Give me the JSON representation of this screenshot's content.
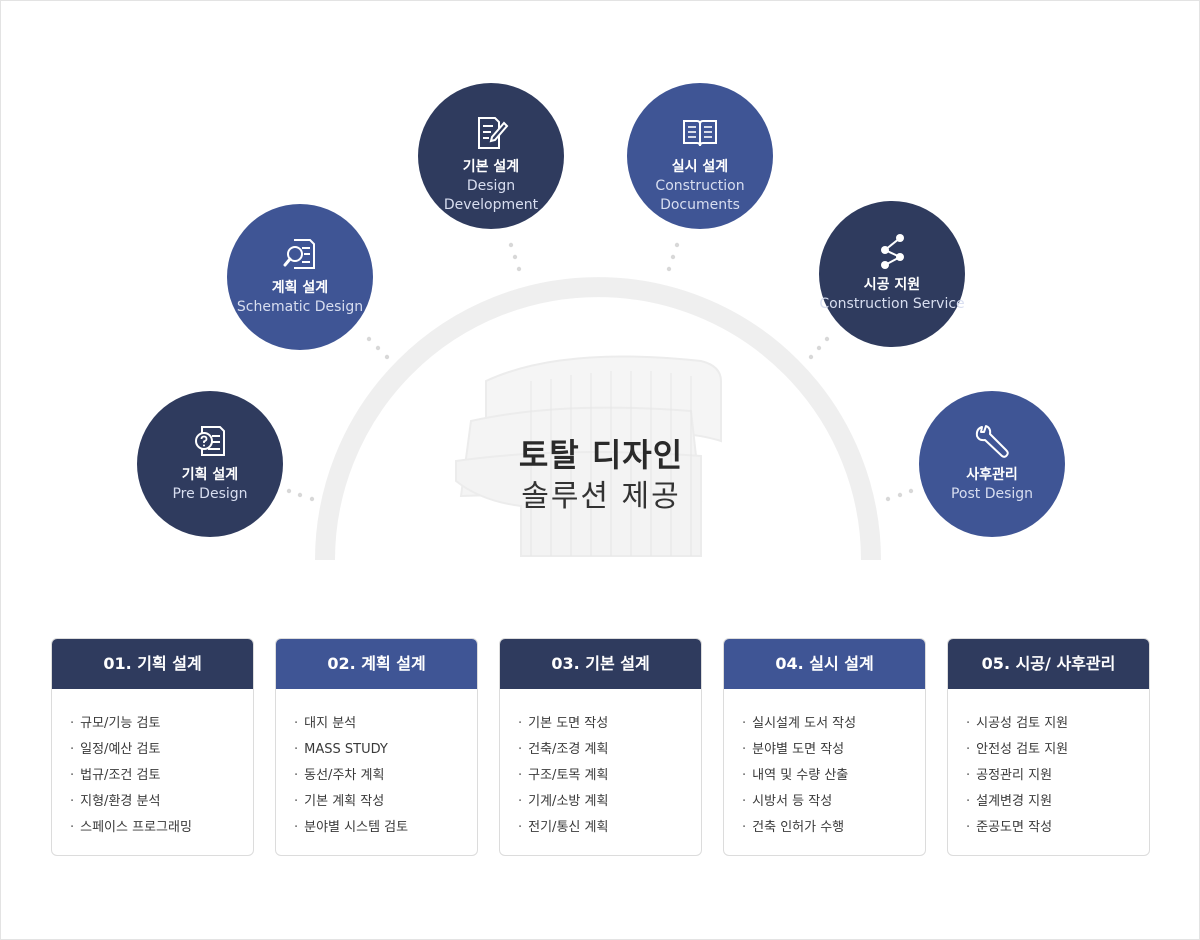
{
  "center": {
    "line1": "토탈 디자인",
    "line2": "솔루션 제공"
  },
  "stages": [
    {
      "ko": "기획 설계",
      "en": "Pre Design",
      "icon": "question-document-icon",
      "theme": "dark"
    },
    {
      "ko": "계획 설계",
      "en": "Schematic Design",
      "icon": "document-search-icon",
      "theme": "blue"
    },
    {
      "ko": "기본 설계",
      "en": "Design Development",
      "icon": "document-edit-icon",
      "theme": "dark"
    },
    {
      "ko": "실시 설계",
      "en": "Construction Documents",
      "icon": "open-book-icon",
      "theme": "blue"
    },
    {
      "ko": "시공 지원",
      "en": "Construction Service",
      "icon": "share-nodes-icon",
      "theme": "dark"
    },
    {
      "ko": "사후관리",
      "en": "Post Design",
      "icon": "wrench-icon",
      "theme": "blue"
    }
  ],
  "cards": [
    {
      "title": "01. 기획 설계",
      "theme": "dark",
      "items": [
        "규모/기능 검토",
        "일정/예산 검토",
        "법규/조건 검토",
        "지형/환경 분석",
        "스페이스 프로그래밍"
      ]
    },
    {
      "title": "02. 계획 설계",
      "theme": "blue",
      "items": [
        "대지 분석",
        "MASS STUDY",
        "동선/주차 계획",
        "기본 계획 작성",
        "분야별 시스템 검토"
      ]
    },
    {
      "title": "03. 기본 설계",
      "theme": "dark",
      "items": [
        "기본 도면 작성",
        "건축/조경 계획",
        "구조/토목 계획",
        "기계/소방 계획",
        "전기/통신 계획"
      ]
    },
    {
      "title": "04. 실시 설계",
      "theme": "blue",
      "items": [
        "실시설계 도서 작성",
        "분야별 도면 작성",
        "내역 및 수량 산출",
        "시방서 등 작성",
        "건축 인허가 수행"
      ]
    },
    {
      "title": "05. 시공/ 사후관리",
      "theme": "dark",
      "items": [
        "시공성 검토 지원",
        "안전성 검토 지원",
        "공정관리 지원",
        "설계변경 지원",
        "준공도면 작성"
      ]
    }
  ],
  "colors": {
    "dark": "#2f3b5e",
    "blue": "#3f5595",
    "arc": "#eeeeee"
  }
}
